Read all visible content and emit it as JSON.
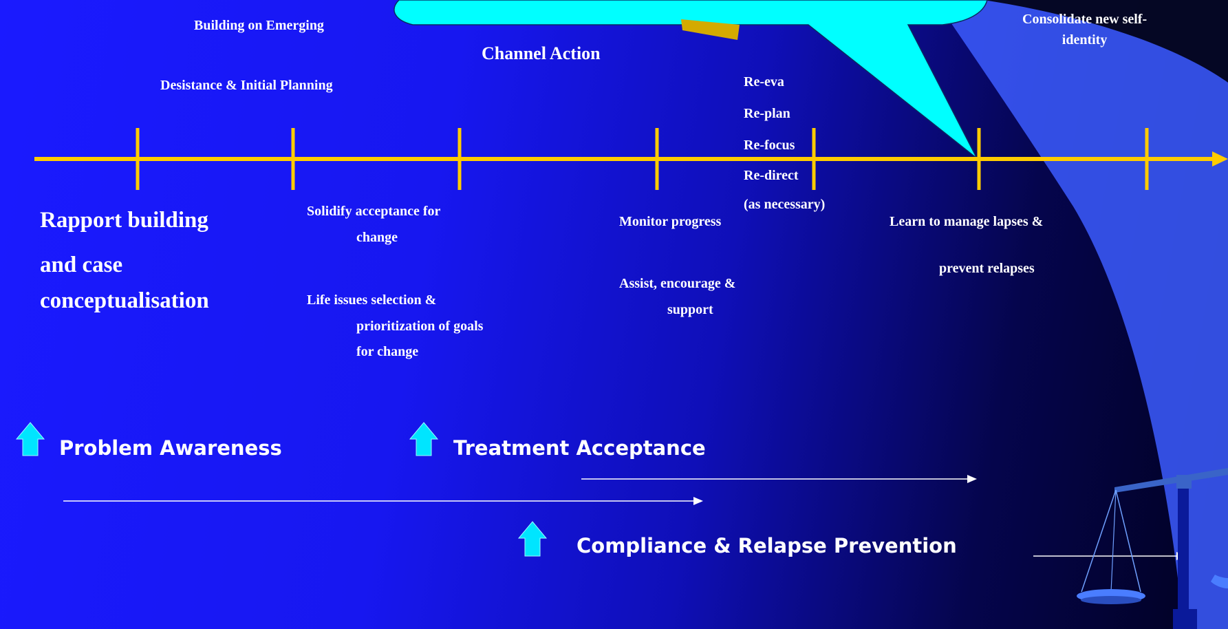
{
  "top": {
    "building_on_emerging": "Building on Emerging",
    "channel_action": "Channel Action",
    "desistance": "Desistance & Initial Planning",
    "consolidate": [
      "Consolidate new self-",
      "identity"
    ]
  },
  "re_steps": [
    "Re-eva",
    "Re-plan",
    "Re-focus",
    "Re-direct",
    "(as necessary)"
  ],
  "stages": {
    "rapport": [
      "Rapport building",
      "and case",
      "conceptualisation"
    ],
    "solidify": [
      "Solidify acceptance for",
      "change"
    ],
    "life_issues": [
      "Life issues selection &",
      "prioritization of goals",
      "for change"
    ],
    "monitor": "Monitor progress",
    "assist": [
      "Assist, encourage &",
      "support"
    ],
    "learn": "Learn to manage lapses &",
    "prevent": "prevent relapses"
  },
  "phases": {
    "problem_awareness": "Problem Awareness",
    "treatment_acceptance": "Treatment Acceptance",
    "compliance": "Compliance & Relapse Prevention"
  },
  "colors": {
    "timeline": "#ffcc00",
    "callout": "#00ffff",
    "up_arrow": "#00e5ff",
    "beam": "#3c5cff"
  },
  "icons": {
    "up_arrow": "up-arrow-icon",
    "scales": "scales-of-justice-icon"
  }
}
